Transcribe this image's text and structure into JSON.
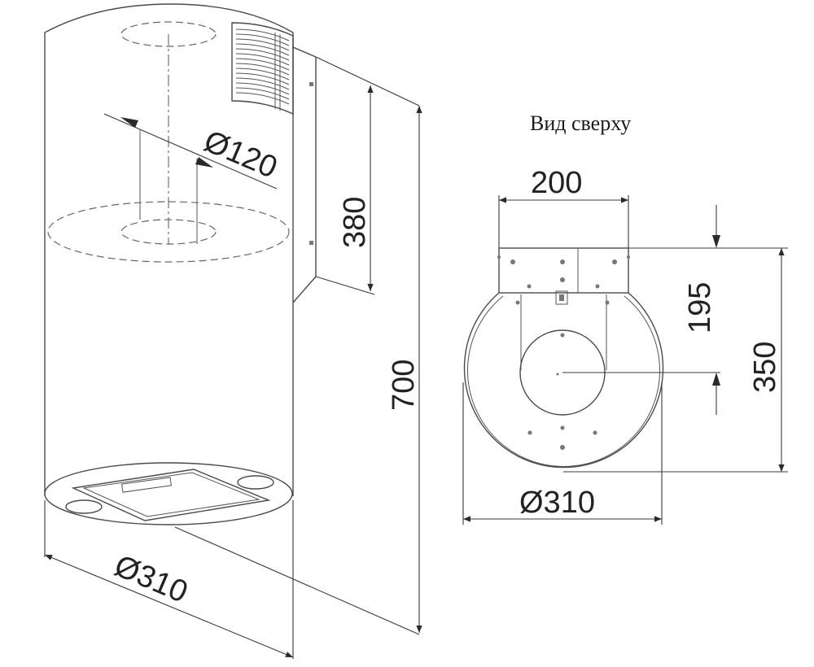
{
  "top_view": {
    "title": "Вид сверху",
    "width_dim": "200",
    "depth_dim": "195",
    "overall_depth_dim": "350",
    "diameter_dim": "Ø310"
  },
  "side_view": {
    "duct_diameter_dim": "Ø120",
    "mount_height_dim": "380",
    "total_height_dim": "700",
    "diameter_dim": "Ø310"
  }
}
